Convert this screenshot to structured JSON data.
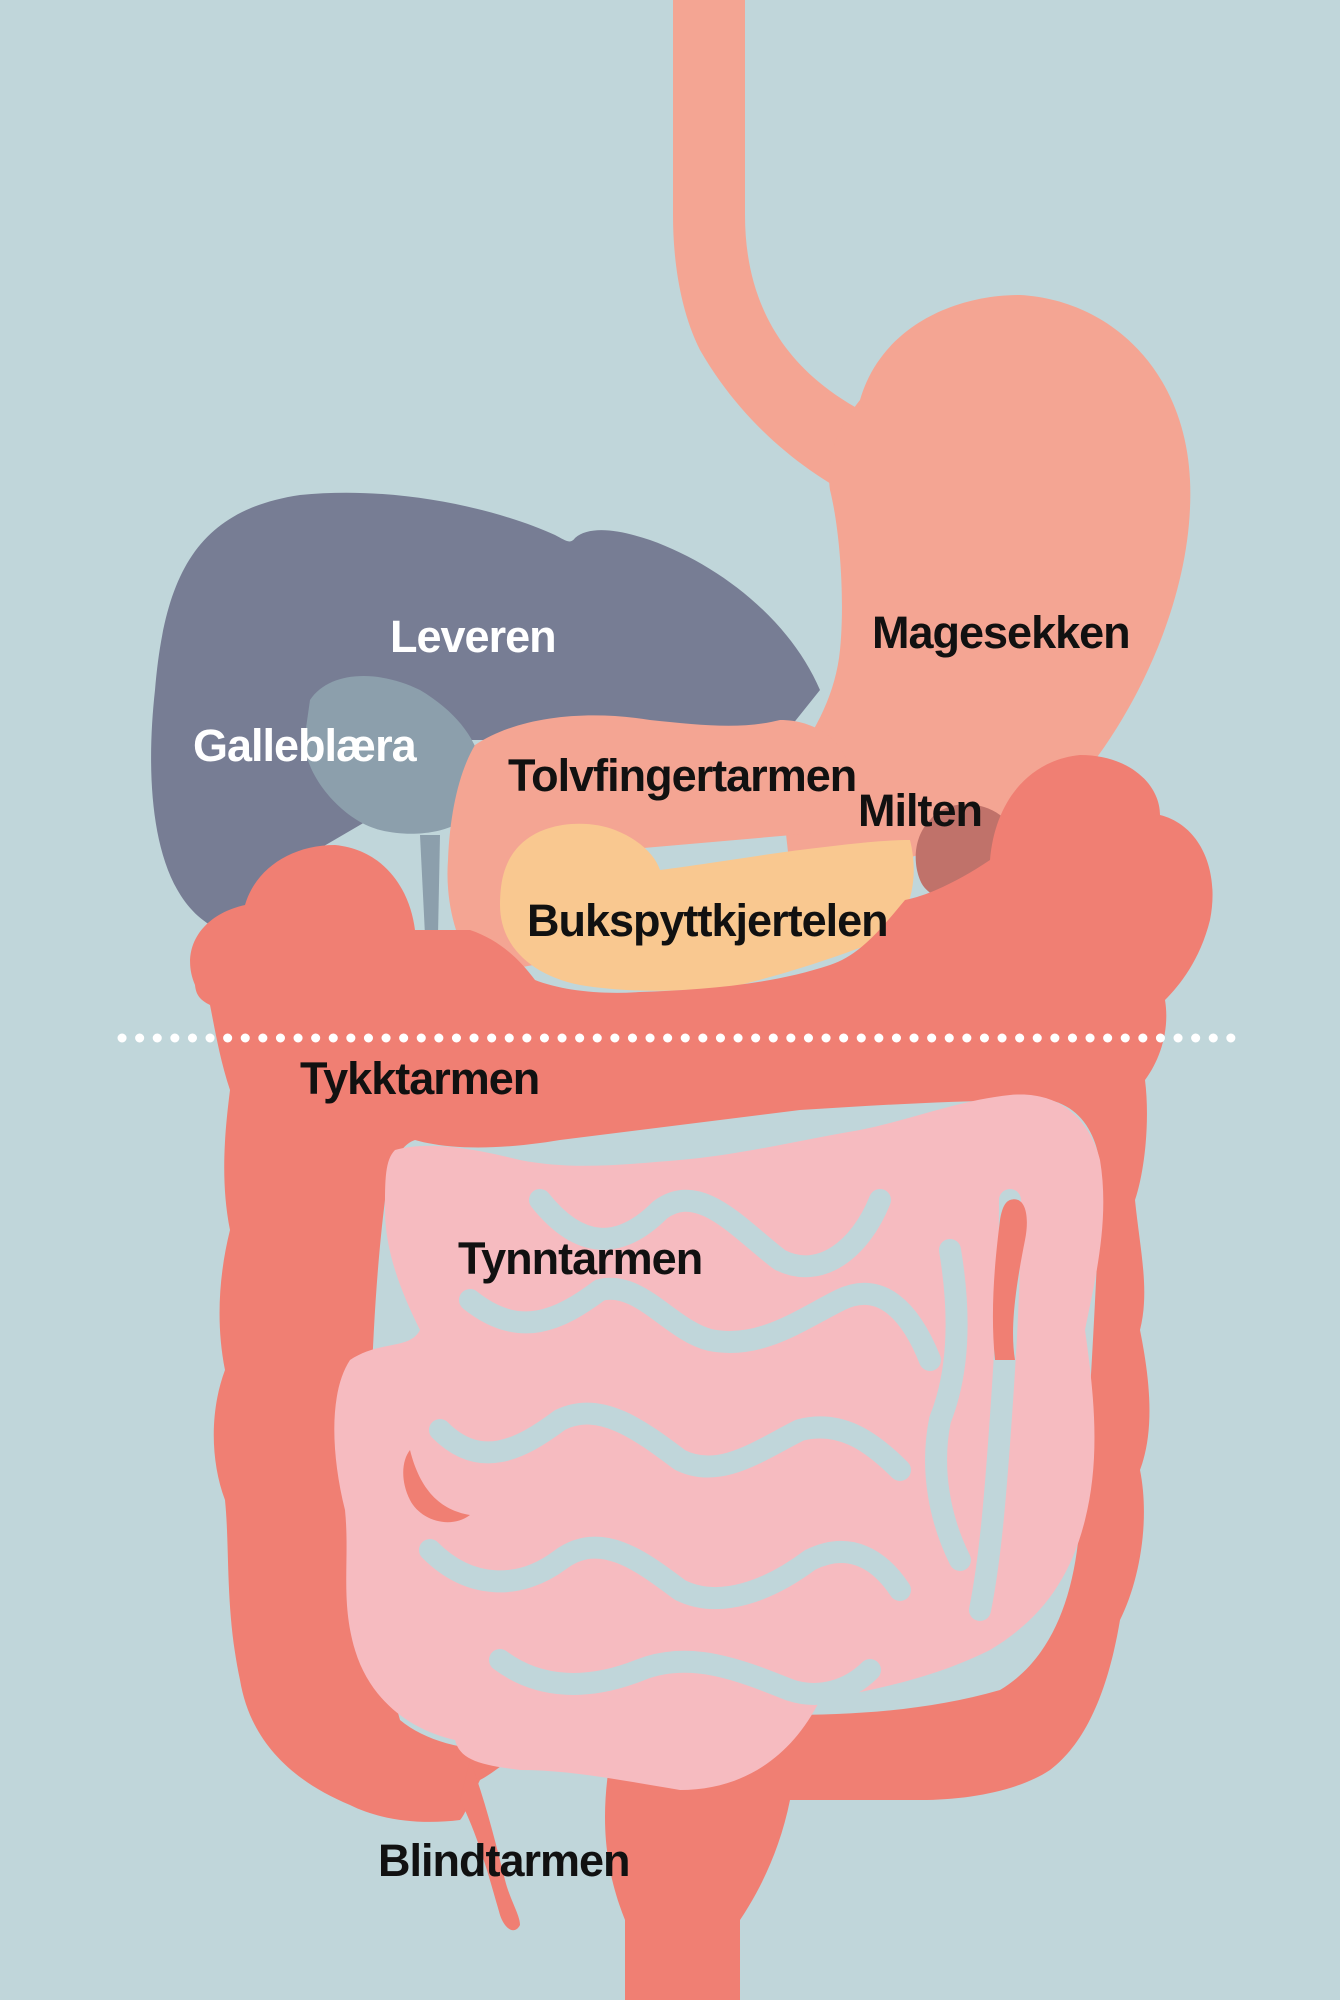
{
  "diagram": {
    "labels": {
      "leveren": "Leveren",
      "galleblaera": "Galleblæra",
      "magesekken": "Magesekken",
      "tolvfingertarmen": "Tolvfingertarmen",
      "milten": "Milten",
      "bukspyttkjertelen": "Bukspyttkjertelen",
      "tykktarmen": "Tykktarmen",
      "tynntarmen": "Tynntarmen",
      "blindtarmen": "Blindtarmen"
    },
    "colors": {
      "background": "#c0d6da",
      "liver": "#777d94",
      "gallbladder": "#8c9fac",
      "stomach": "#f4a593",
      "spleen": "#c0726a",
      "pancreas": "#f9c890",
      "large_intestine": "#f07f73",
      "small_intestine": "#f6bbc0",
      "divider": "#ffffff"
    }
  }
}
